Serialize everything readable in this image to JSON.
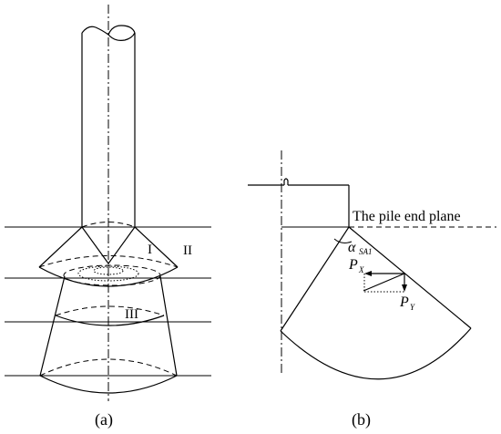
{
  "panel_a": {
    "caption": "(a)",
    "zone_labels": [
      "I",
      "II",
      "III"
    ]
  },
  "panel_b": {
    "caption": "(b)",
    "plane_label": "The pile end plane",
    "angle_label": {
      "symbol": "α",
      "subscript": "SA1"
    },
    "force_x": {
      "symbol": "P",
      "subscript": "X"
    },
    "force_y": {
      "symbol": "P",
      "subscript": "Y"
    }
  }
}
